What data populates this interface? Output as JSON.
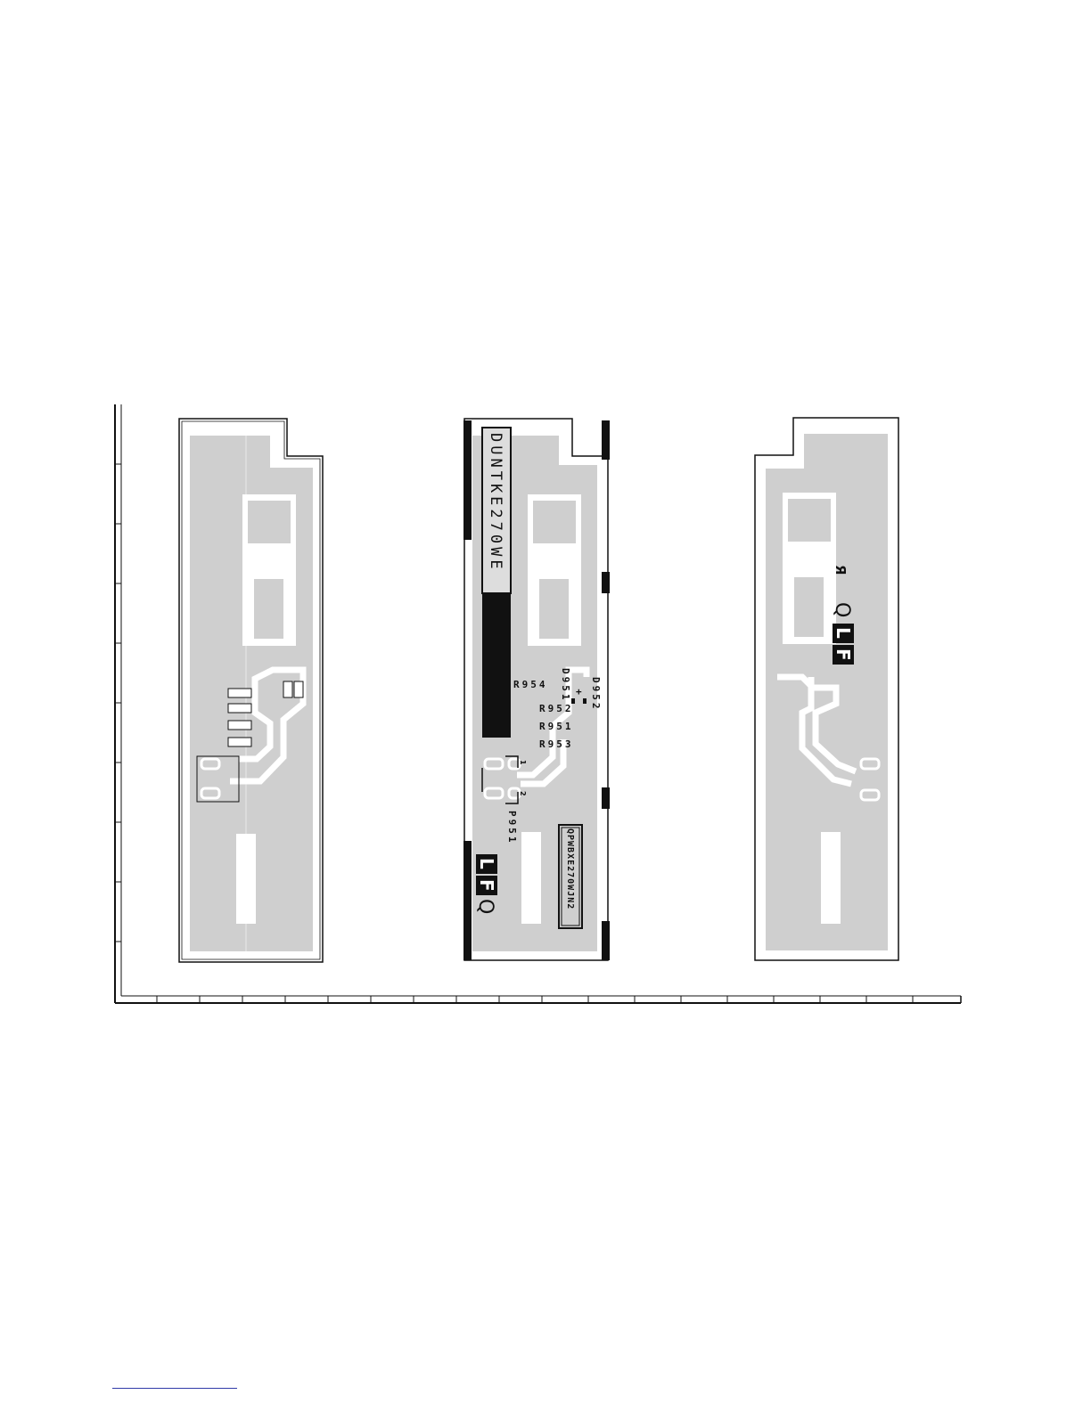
{
  "colors": {
    "board_fill": "#cfcfcf",
    "outline": "#111111",
    "silkscreen": "#111111",
    "background": "#ffffff",
    "footer_rule": "#2f3aa8"
  },
  "boards": [
    {
      "view": "left"
    },
    {
      "view": "middle",
      "board_code": "DUNTKE270WE",
      "pcb_code": "QPWBXE270WJN2",
      "marks": {
        "lf": [
          "L",
          "F"
        ],
        "q": "Q"
      },
      "refdes": {
        "r954": "R954",
        "r952": "R952",
        "r951": "R951",
        "r953": "R953",
        "d951": "D951",
        "d952": "D952",
        "p951": "P951",
        "plus": "+",
        "pin1": "1",
        "pin2": "2"
      }
    },
    {
      "view": "right",
      "marks": {
        "lf": [
          "L",
          "F"
        ],
        "q": "Q",
        "ul": "Я"
      }
    }
  ]
}
